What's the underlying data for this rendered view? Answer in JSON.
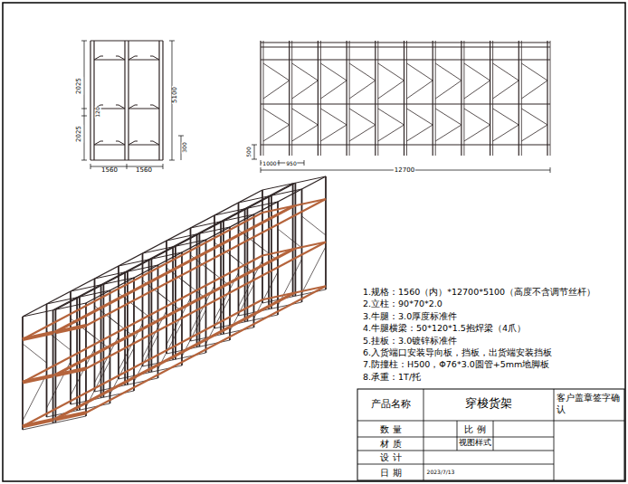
{
  "diagram": {
    "labels": [
      "2025",
      "2025",
      "120",
      "5100",
      "300",
      "1560",
      "1560",
      "500",
      "1000",
      "950",
      "12700",
      "1.规格：1560（内）*12700*5100（高度不含调节丝杆）",
      "2.立柱：90*70*2.0",
      "3.牛腿：3.0厚度标准件",
      "4.牛腿横梁：50*120*1.5抱焊梁（4爪）",
      "5.挂板：3.0镀锌标准件",
      "6.入货端口安装导向板，挡板，出货端安装挡板",
      "7.防撞柱：H500，Φ76*3.0圆管+5mm地脚板",
      "8.承重：1T/托",
      "产品名称",
      "穿梭货架",
      "客户盖章签字确认",
      "数 量",
      "比 例",
      "材 质",
      "视图样式",
      "设 计",
      "日 期",
      "2023/7/13"
    ]
  }
}
